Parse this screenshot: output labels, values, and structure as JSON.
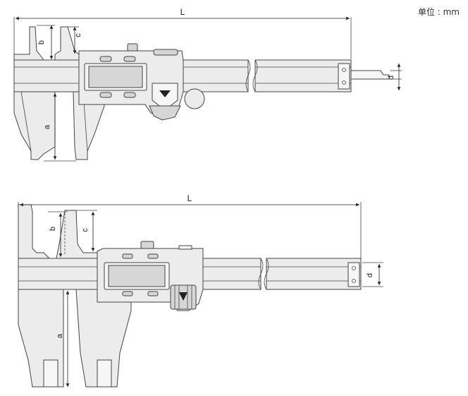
{
  "unit_label": "单位 : mm",
  "dimension_labels": {
    "L": "L",
    "a": "a",
    "b": "b",
    "c": "c",
    "d": "d"
  }
}
